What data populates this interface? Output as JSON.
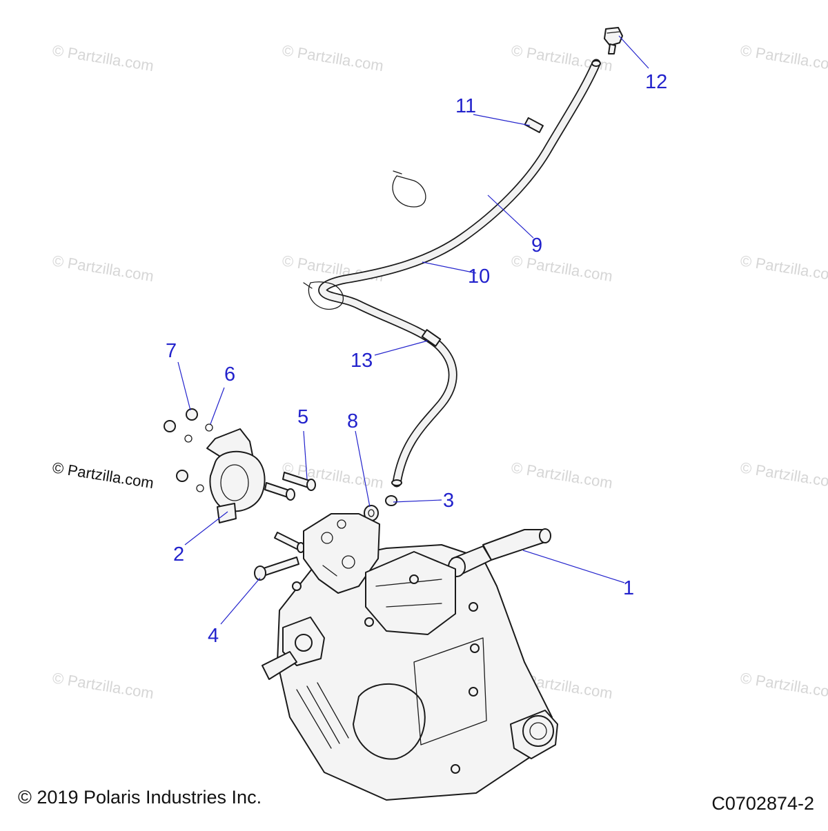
{
  "watermark": {
    "text": "© Partzilla.com",
    "prominent_text": "© Partzilla.com"
  },
  "callouts": [
    "1",
    "2",
    "3",
    "4",
    "5",
    "6",
    "7",
    "8",
    "9",
    "10",
    "11",
    "12",
    "13"
  ],
  "footer": {
    "copyright": "© 2019 Polaris Industries Inc.",
    "diagram_id": "C0702874-2"
  },
  "colors": {
    "callout": "#2222cc",
    "watermark": "#d6d6d6",
    "line_art": "#1a1a1a"
  }
}
